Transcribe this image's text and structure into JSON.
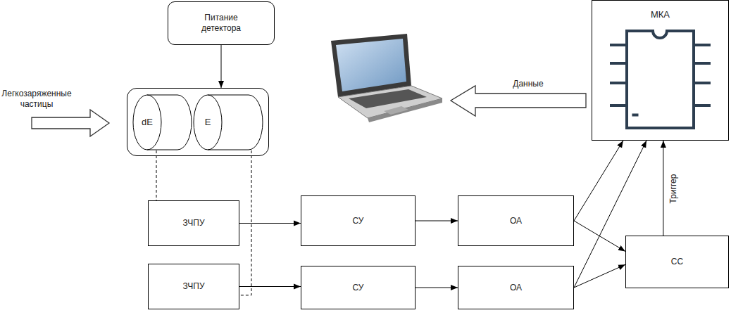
{
  "diagram": {
    "nodes": [
      {
        "text": [
          "Питание детектора"
        ]
      },
      {
        "text": []
      },
      {
        "text": [
          "dE"
        ],
        "in": 1
      },
      {
        "text": [
          "E"
        ],
        "in": 1
      },
      {
        "text": [
          "МКА"
        ]
      },
      {
        "text": [
          "ЗЧПУ"
        ]
      },
      {
        "text": [
          "СУ"
        ]
      },
      {
        "text": [
          "ОА"
        ]
      },
      {
        "text": [
          "ЗЧПУ"
        ]
      },
      {
        "text": [
          "СУ"
        ]
      },
      {
        "text": [
          "ОА"
        ]
      },
      {
        "text": [
          "СС"
        ]
      }
    ],
    "edges": [
      {
        "from": 0,
        "to": 1,
        "arrow": "to"
      },
      {
        "from": 2,
        "to": 5,
        "arrow": "none"
      },
      {
        "from": 3,
        "to": 8,
        "arrow": "none"
      },
      {
        "from": 5,
        "to": 6,
        "arrow": "to"
      },
      {
        "from": 6,
        "to": 7,
        "arrow": "to"
      },
      {
        "from": 8,
        "to": 9,
        "arrow": "to"
      },
      {
        "from": 9,
        "to": 10,
        "arrow": "to"
      },
      {
        "from": 7,
        "to": 4,
        "arrow": "to"
      },
      {
        "from": 7,
        "to": 11,
        "arrow": "to"
      },
      {
        "from": 10,
        "to": 4,
        "arrow": "to"
      },
      {
        "from": 10,
        "to": 11,
        "arrow": "to"
      },
      {
        "from": 11,
        "to": 4,
        "label": "Триггер",
        "arrow": "to"
      }
    ],
    "labels": [
      "Легкозаряженные частицы",
      "Данные"
    ]
  }
}
